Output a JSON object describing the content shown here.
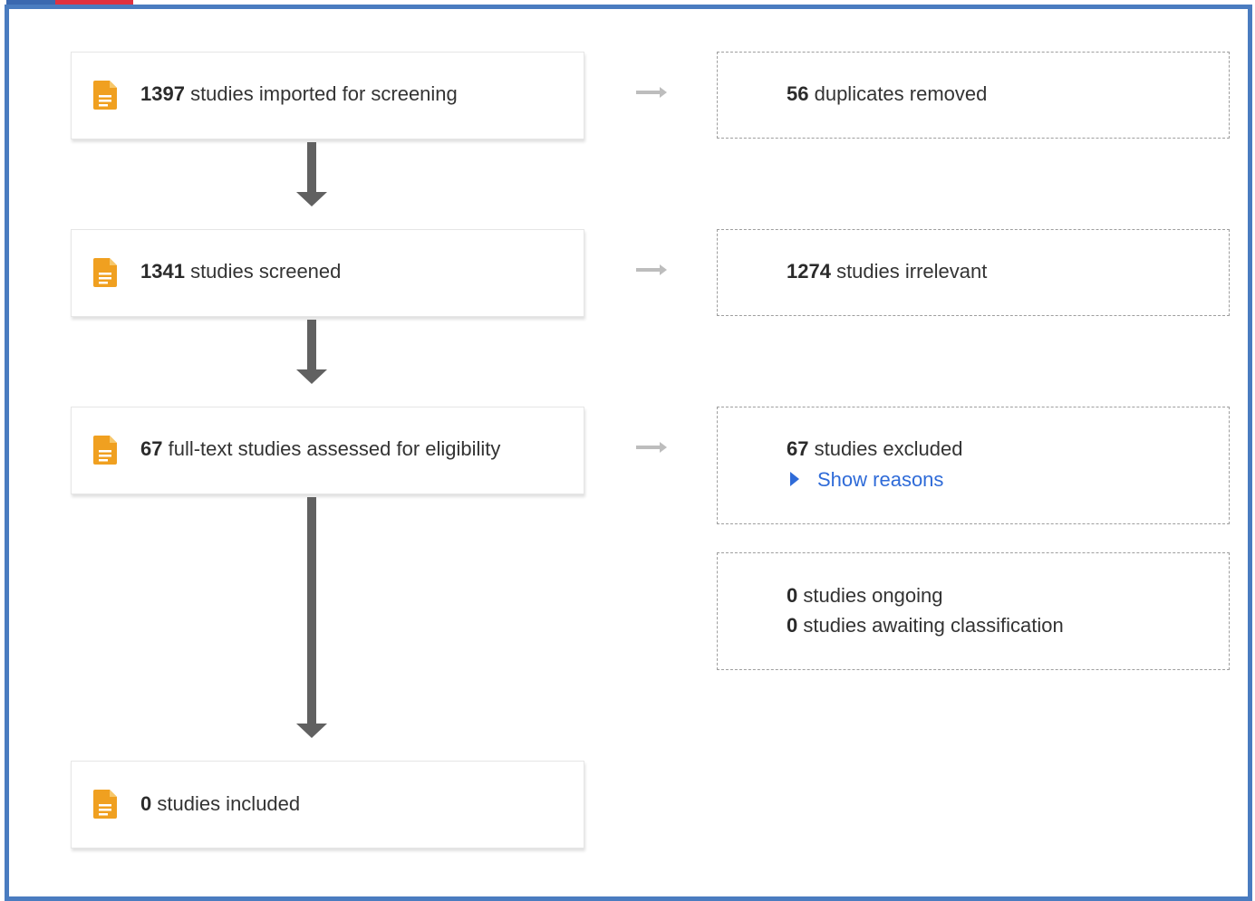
{
  "colors": {
    "frame_border": "#4a7cc0",
    "tab_blue": "#3a68b0",
    "tab_red": "#e03140",
    "icon_orange": "#f0a020",
    "arrow_dark": "#616161",
    "arrow_light": "#bdbdbd",
    "link_blue": "#2f6bd8"
  },
  "flow": {
    "imported": {
      "number": "1397",
      "text": " studies imported for screening",
      "icon": "document-icon"
    },
    "screened": {
      "number": "1341",
      "text": " studies screened",
      "icon": "document-icon"
    },
    "full_text": {
      "number": "67",
      "text": " full-text studies assessed for eligibility",
      "icon": "document-icon"
    },
    "included": {
      "number": "0",
      "text": " studies included",
      "icon": "document-icon"
    }
  },
  "side": {
    "duplicates": {
      "number": "56",
      "text": " duplicates removed"
    },
    "irrelevant": {
      "number": "1274",
      "text": " studies irrelevant"
    },
    "excluded": {
      "number": "67",
      "text": " studies excluded",
      "link_label": "Show reasons",
      "link_icon": "triangle-right-icon"
    },
    "ongoing": {
      "number": "0",
      "text": " studies ongoing"
    },
    "awaiting": {
      "number": "0",
      "text": " studies awaiting classification"
    }
  }
}
